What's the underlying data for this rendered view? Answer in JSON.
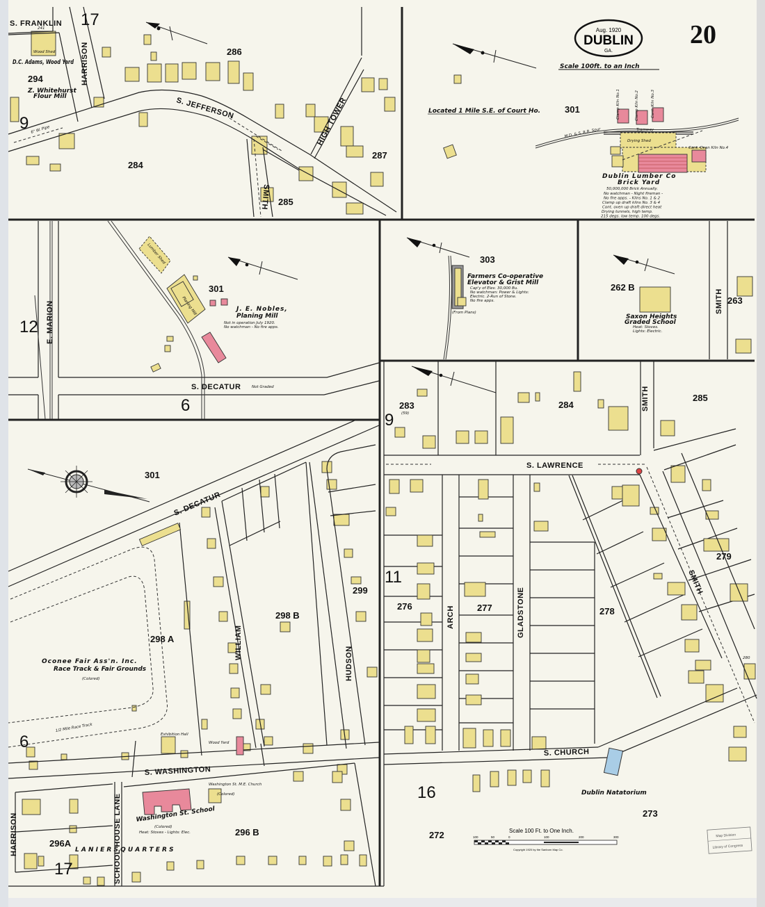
{
  "title_block": {
    "date": "Aug. 1920",
    "city": "DUBLIN",
    "state": "GA.",
    "sheet_number": "20",
    "scale_note": "Scale 100ft. to an Inch"
  },
  "top_left": {
    "streets": {
      "franklin": "S. FRANKLIN",
      "harrison": "HARRISON",
      "jefferson": "S. JEFFERSON",
      "smith": "SMITH",
      "high_tower": "HIGH TOWER"
    },
    "blocks": {
      "b294": "294",
      "b286": "286",
      "b284": "284",
      "b285": "285",
      "b287": "287",
      "b241": "241"
    },
    "sheet_refs": {
      "s17": "17",
      "s9": "9"
    },
    "labels": {
      "wood_yard": "D.C. Adams, Wood Yard",
      "mill_owner": "Z. Whitehurst",
      "mill": "Flour Mill",
      "wood_shed": "Wood Shed",
      "pipe": "6\" W. Pipe"
    }
  },
  "top_right": {
    "location_note": "Located 1 Mile S.E. of Court Ho.",
    "block": "301",
    "company": "Dublin Lumber Co",
    "facility": "Brick Yard",
    "capacity": "50,000,000 Brick Annually.",
    "notes": [
      "No watchman - Night fireman -",
      "No fire apps. - Kilns No. 1 & 2",
      "Clamp up draft kilns No. 3 & 4",
      "Cont. oven up draft direct heat",
      "Drying tunnels, high temp.",
      "215 degs. low temp. 100 degs."
    ],
    "buildings": {
      "drying_shed": "Drying Shed",
      "kiln1": "Clamp Kiln No.1",
      "kiln2": "Clamp Kiln No.2",
      "kiln3": "Cont. Kiln No.3",
      "kiln4": "Cont. Oven Kiln No.4",
      "tramway": "Tramway",
      "spur": "M.D. & S. R.R. Spur"
    }
  },
  "middle_left": {
    "sheet_refs": {
      "s12": "12",
      "s6": "6"
    },
    "streets": {
      "marion": "E. MARION",
      "decatur": "S. DECATUR",
      "not_graded": "Not Graded"
    },
    "block": "301",
    "mill_owner": "J. E. Nobles,",
    "mill": "Planing Mill",
    "notes": [
      "Not in operation July 1920.",
      "No watchman - No fire apps."
    ],
    "buildings": {
      "lumber_shed": "Lumber Shed",
      "planing": "Planing Mill"
    }
  },
  "middle_center": {
    "block": "303",
    "name_line1": "Farmers Co-operative",
    "name_line2": "Elevator & Grist Mill",
    "notes": [
      "Cap'y of Elev. 30,000 Bu.",
      "No watchman: Power & Lights:",
      "Electric. 2-Run of Stone.",
      "No fire apps."
    ],
    "from_plans": "(From Plans)"
  },
  "middle_right": {
    "block": "262 B",
    "school_line1": "Saxon Heights",
    "school_line2": "Graded School",
    "notes": [
      "Heat: Stoves.",
      "Lights: Electric."
    ],
    "street": "SMITH",
    "block_263": "263"
  },
  "bottom_left": {
    "block_301": "301",
    "streets": {
      "decatur": "S. DECATUR",
      "william": "WILLIAM",
      "hudson": "HUDSON",
      "washington": "S. WASHINGTON",
      "harrison": "HARRISON",
      "school_house_lane": "SCHOOL HOUSE LANE"
    },
    "blocks": {
      "b298a": "298 A",
      "b298b": "298 B",
      "b299": "299",
      "b296a": "296A",
      "b296b": "296 B"
    },
    "fair_name": "Oconee Fair Ass'n. Inc.",
    "fair_desc": "Race Track & Fair Grounds",
    "fair_colored": "(Colored)",
    "race_track": "1/2 Mile Race Track",
    "exhibition_hall": "Exhibition Hall",
    "wood_yard": "Wood Yard",
    "school": "Washington St. School",
    "school_colored": "(Colored)",
    "school_notes": "Heat: Stoves - Lights: Elec.",
    "church": "Washington St. M.E. Church",
    "church_colored": "(Colored)",
    "quarters": "L A N I E R S     Q U A R T E R S",
    "sheet_refs": {
      "s6": "6",
      "s17": "17"
    }
  },
  "bottom_right": {
    "sheet_refs": {
      "s9": "9",
      "s11": "11",
      "s16": "16"
    },
    "blocks": {
      "b283": "283",
      "b283_sub": "(59)",
      "b284": "284",
      "b285": "285",
      "b276": "276",
      "b277": "277",
      "b278": "278",
      "b279": "279",
      "b280": "280",
      "b272": "272",
      "b273": "273"
    },
    "streets": {
      "smith_top": "SMITH",
      "lawrence": "S. LAWRENCE",
      "arch": "ARCH",
      "gladstone": "GLADSTONE",
      "smith": "SMITH",
      "church": "S. CHURCH"
    },
    "natatorium": "Dublin Natatorium",
    "scale_bar": {
      "title": "Scale 100 Ft. to One Inch.",
      "ticks": [
        "100",
        "50",
        "0",
        "100",
        "200",
        "300"
      ]
    },
    "copyright": "Copyright 1920 by the Sanborn Map Co."
  },
  "stamp": {
    "line1": "Map Division",
    "line2": "Library of Congress"
  },
  "colors": {
    "paper": "#f6f5ec",
    "frame_dwelling": "#ecdf8f",
    "brick": "#e8899b",
    "concrete_pool": "#a9cde6",
    "ink": "#222222"
  }
}
